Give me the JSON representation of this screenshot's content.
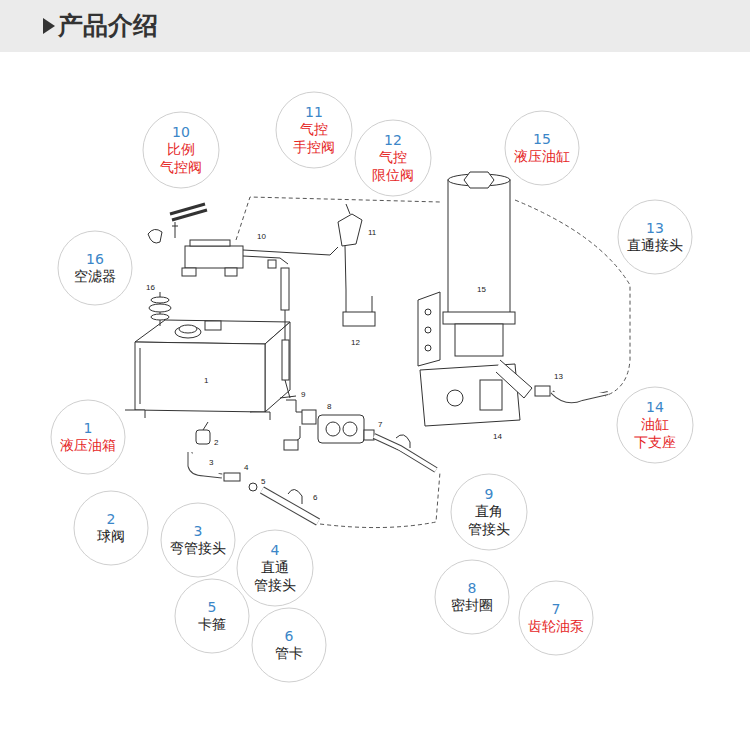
{
  "diagram": {
    "title": "产品介绍",
    "nodes": [
      {
        "text": [
          "10",
          "比例 气控阀"
        ]
      },
      {
        "text": [
          "11",
          "气控 手控阀"
        ]
      },
      {
        "text": [
          "12",
          "气控 限位阀"
        ]
      },
      {
        "text": [
          "15",
          "液压油缸"
        ]
      },
      {
        "text": [
          "16",
          "空滤器"
        ]
      },
      {
        "text": [
          "13",
          "直通接头"
        ]
      },
      {
        "text": [
          "1",
          "液压油箱"
        ]
      },
      {
        "text": [
          "14",
          "油缸 下支座"
        ]
      },
      {
        "text": [
          "2",
          "球阀"
        ]
      },
      {
        "text": [
          "3",
          "弯管接头"
        ]
      },
      {
        "text": [
          "9",
          "直角 管接头"
        ]
      },
      {
        "text": [
          "4",
          "直通 管接头"
        ]
      },
      {
        "text": [
          "8",
          "密封圈"
        ]
      },
      {
        "text": [
          "5",
          "卡箍"
        ]
      },
      {
        "text": [
          "7",
          "齿轮油泵"
        ]
      },
      {
        "text": [
          "6",
          "管卡"
        ]
      }
    ],
    "labels": [
      "16",
      "10",
      "11",
      "15",
      "12",
      "1",
      "2",
      "3",
      "4",
      "5",
      "6",
      "9",
      "8",
      "7",
      "13",
      "14"
    ]
  }
}
